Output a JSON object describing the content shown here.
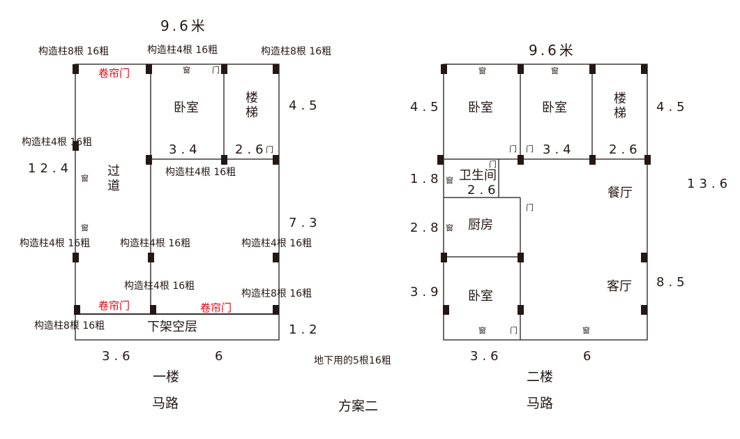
{
  "colors": {
    "wall": "#3e3a39",
    "column": "#231815",
    "accent": "#e60012",
    "text": "#231815"
  },
  "title": "方案二",
  "basement_note": "地下用的5根16粗",
  "floor1": {
    "name": "一楼",
    "road": "马路",
    "width_total": "9.6米",
    "dims": {
      "left_total": "12.4",
      "right_top": "4.5",
      "right_mid": "7.3",
      "right_bottom": "1.2",
      "bottom_left": "3.6",
      "bottom_right": "6",
      "bedroom_width": "3.4",
      "stair_width": "2.6"
    },
    "rooms": {
      "bedroom": "卧室",
      "stairs": "楼梯",
      "corridor": "过道",
      "undercroft": "下架空层"
    },
    "marks": {
      "window": "窗",
      "door": "门",
      "rolling_door": "卷帘门"
    },
    "columns": {
      "top_left": "构造柱8根  16粗",
      "top_mid": "构造柱4根  16粗",
      "top_right": "构造柱8根  16粗",
      "left_upper": "构造柱4根  16粗",
      "mid_upper": "构造柱4根  16粗",
      "left_lower": "构造柱4根  16粗",
      "mid_lower": "构造柱4根  16粗",
      "right_lower": "构造柱4根  16粗",
      "mid_bottom": "构造柱4根  16粗",
      "right_bottom": "构造柱8根  16粗",
      "left_bottom": "构造柱8根  16粗"
    }
  },
  "floor2": {
    "name": "二楼",
    "road": "马路",
    "width_total": "9.6米",
    "dims": {
      "left_1": "4.5",
      "left_2": "1.8",
      "left_3": "2.8",
      "left_4": "3.9",
      "right_1": "4.5",
      "right_2": "8.5",
      "total": "13.6",
      "bottom_left": "3.6",
      "bottom_right": "6",
      "bedroom2_width": "3.4",
      "stair_width": "2.6",
      "bath_width": "2.6"
    },
    "rooms": {
      "bedroom1": "卧室",
      "bedroom2": "卧室",
      "stairs": "楼梯",
      "bathroom": "卫生间",
      "kitchen": "厨房",
      "dining": "餐厅",
      "living": "客厅",
      "bedroom3": "卧室"
    },
    "marks": {
      "window": "窗",
      "door": "门"
    }
  }
}
